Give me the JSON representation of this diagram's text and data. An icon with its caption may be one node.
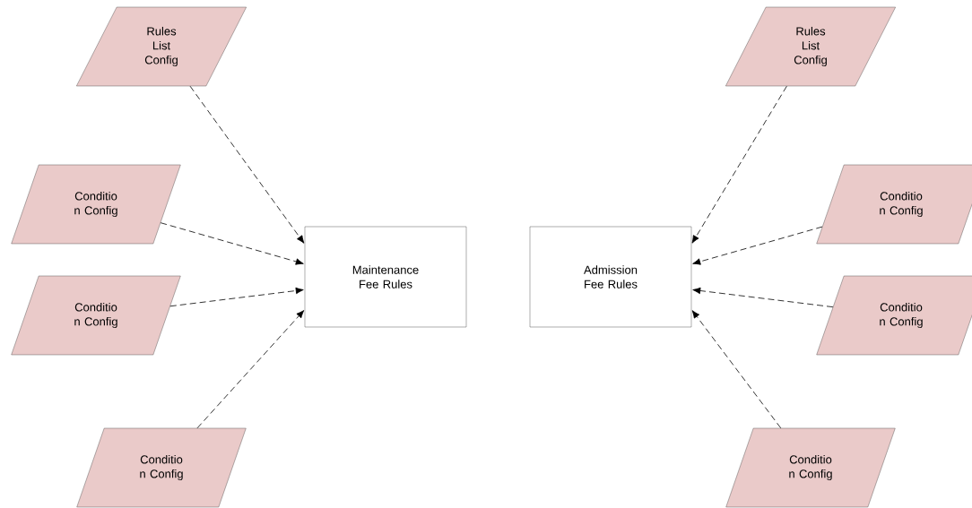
{
  "diagram": {
    "nodes": [
      {
        "text": [
          "Rules List Config"
        ]
      },
      {
        "text": [
          "Conditio n Config"
        ]
      },
      {
        "text": [
          "Conditio n Config"
        ]
      },
      {
        "text": [
          "Conditio n Config"
        ]
      },
      {
        "text": [
          "Maintenance Fee Rules"
        ]
      },
      {
        "text": [
          "Admission Fee Rules"
        ]
      },
      {
        "text": [
          "Rules List Config"
        ]
      },
      {
        "text": [
          "Conditio n Config"
        ]
      },
      {
        "text": [
          "Conditio n Config"
        ]
      },
      {
        "text": [
          "Conditio n Config"
        ]
      }
    ],
    "edges": [
      {
        "from": 0,
        "to": 4,
        "arrow": "to",
        "style": "dashed"
      },
      {
        "from": 1,
        "to": 4,
        "arrow": "to",
        "style": "dashed"
      },
      {
        "from": 2,
        "to": 4,
        "arrow": "to",
        "style": "dashed"
      },
      {
        "from": 3,
        "to": 4,
        "arrow": "to",
        "style": "dashed"
      },
      {
        "from": 6,
        "to": 5,
        "arrow": "to",
        "style": "dashed"
      },
      {
        "from": 7,
        "to": 5,
        "arrow": "to",
        "style": "dashed"
      },
      {
        "from": 8,
        "to": 5,
        "arrow": "to",
        "style": "dashed"
      },
      {
        "from": 9,
        "to": 5,
        "arrow": "to",
        "style": "dashed"
      }
    ]
  }
}
